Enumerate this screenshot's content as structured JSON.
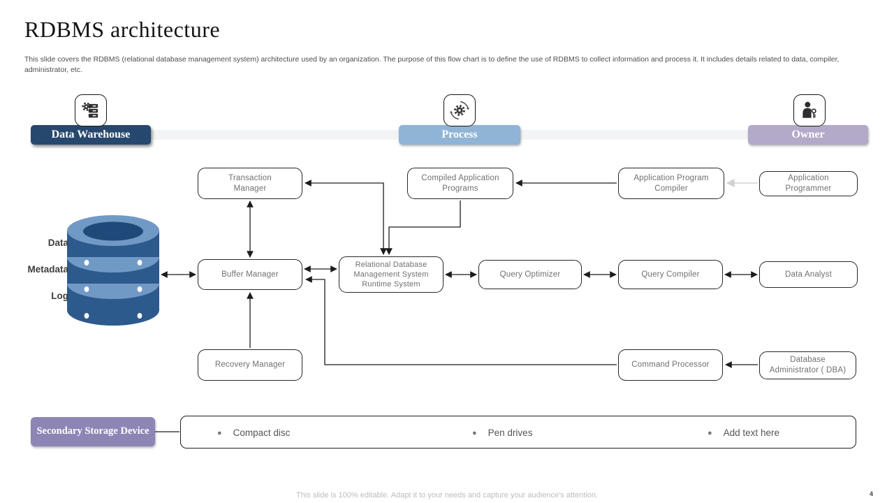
{
  "slide": {
    "title": "RDBMS architecture",
    "description": "This slide covers the RDBMS (relational database management system) architecture used by an organization. The purpose of this flow chart is to define the use of RDBMS to collect information and process it. It includes details related to data, compiler, administrator, etc.",
    "footer": "This slide is 100% editable. Adapt it to your needs and capture your audience's attention.",
    "page_number": "4"
  },
  "lanes": [
    {
      "label": "Data Warehouse",
      "icon": "server-gear-icon",
      "color": "#27486e"
    },
    {
      "label": "Process",
      "icon": "process-gear-icon",
      "color": "#8fb4d6"
    },
    {
      "label": "Owner",
      "icon": "person-key-icon",
      "color": "#b3a9c9"
    }
  ],
  "database": {
    "labels": [
      "Data",
      "Metadata",
      "Log"
    ],
    "colors": {
      "side_dark": "#2d5a8c",
      "top_light": "#7199c6",
      "hole": "#1f4978"
    }
  },
  "nodes": [
    {
      "id": "transaction-manager",
      "label": "Transaction Manager"
    },
    {
      "id": "compiled-application-programs",
      "label": "Compiled Application Programs"
    },
    {
      "id": "application-program-compiler",
      "label": "Application Program Compiler"
    },
    {
      "id": "application-programmer",
      "label": "Application Programmer"
    },
    {
      "id": "buffer-manager",
      "label": "Buffer Manager"
    },
    {
      "id": "rdbms-runtime-system",
      "label": "Relational Database Management System Runtime System"
    },
    {
      "id": "query-optimizer",
      "label": "Query Optimizer"
    },
    {
      "id": "query-compiler",
      "label": "Query Compiler"
    },
    {
      "id": "data-analyst",
      "label": "Data Analyst"
    },
    {
      "id": "recovery-manager",
      "label": "Recovery Manager"
    },
    {
      "id": "command-processor",
      "label": "Command Processor"
    },
    {
      "id": "database-administrator",
      "label": "Database Administrator ( DBA)"
    }
  ],
  "secondary_storage": {
    "label": "Secondary Storage Device",
    "items": [
      "Compact disc",
      "Pen drives",
      "Add text here"
    ]
  }
}
